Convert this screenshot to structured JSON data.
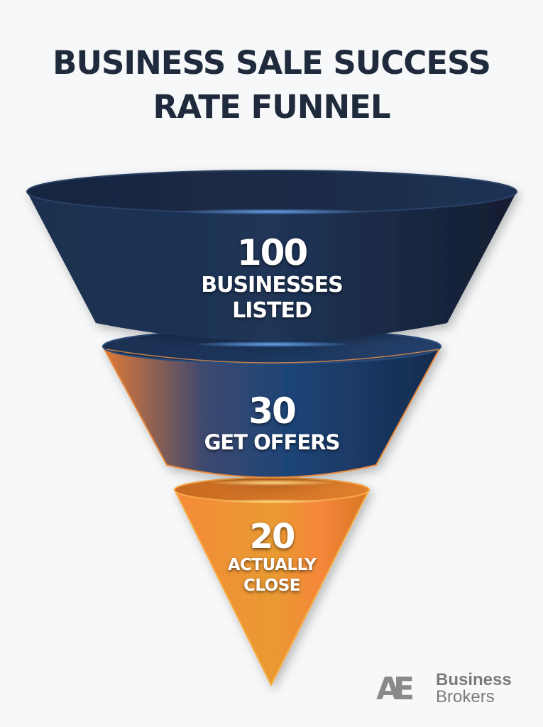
{
  "title": {
    "line1": "BUSINESS SALE SUCCESS",
    "line2": "RATE FUNNEL"
  },
  "stages": [
    {
      "value": "100",
      "label_line1": "BUSINESSES",
      "label_line2": "LISTED",
      "color": "#1e3150"
    },
    {
      "value": "30",
      "label_line1": "GET OFFERS",
      "label_line2": "",
      "color": "#1d4275"
    },
    {
      "value": "20",
      "label_line1": "ACTUALLY",
      "label_line2": "CLOSE",
      "color": "#f08a2c"
    }
  ],
  "logo": {
    "mark": "AE",
    "line1": "Business",
    "line2": "Brokers"
  },
  "colors": {
    "title": "#1f2a3c",
    "navy": "#1e3150",
    "blue": "#1d4275",
    "orange": "#f08a2c",
    "background": "#f7f8f9"
  },
  "chart_data": {
    "type": "funnel",
    "title": "Business Sale Success Rate Funnel",
    "categories": [
      "Businesses Listed",
      "Get Offers",
      "Actually Close"
    ],
    "values": [
      100,
      30,
      20
    ],
    "xlabel": "",
    "ylabel": "",
    "legend": "none",
    "grid": false
  }
}
